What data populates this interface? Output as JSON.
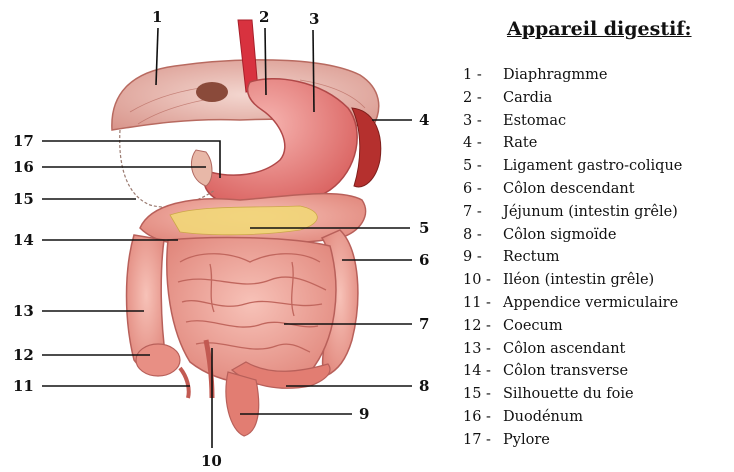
{
  "legend": {
    "title": "Appareil digestif:",
    "items": [
      {
        "number": "1 -",
        "label": "Diaphragmme"
      },
      {
        "number": "2 -",
        "label": "Cardia"
      },
      {
        "number": "3 -",
        "label": "Estomac"
      },
      {
        "number": "4 -",
        "label": "Rate"
      },
      {
        "number": "5 -",
        "label": "Ligament gastro-colique"
      },
      {
        "number": "6 -",
        "label": "Côlon descendant"
      },
      {
        "number": "7 -",
        "label": "Jéjunum (intestin grêle)"
      },
      {
        "number": "8 -",
        "label": "Côlon sigmoïde"
      },
      {
        "number": "9 -",
        "label": "Rectum"
      },
      {
        "number": "10 -",
        "label": "Iléon (intestin grêle)"
      },
      {
        "number": "11 -",
        "label": "Appendice vermiculaire"
      },
      {
        "number": "12 -",
        "label": "Coecum"
      },
      {
        "number": "13 -",
        "label": "Côlon ascendant"
      },
      {
        "number": "14 -",
        "label": "Côlon transverse"
      },
      {
        "number": "15 -",
        "label": "Silhouette du foie"
      },
      {
        "number": "16 -",
        "label": "Duodénum"
      },
      {
        "number": "17 -",
        "label": "Pylore"
      }
    ]
  },
  "callouts": [
    "1",
    "2",
    "3",
    "4",
    "5",
    "6",
    "7",
    "8",
    "9",
    "10",
    "11",
    "12",
    "13",
    "14",
    "15",
    "16",
    "17"
  ]
}
